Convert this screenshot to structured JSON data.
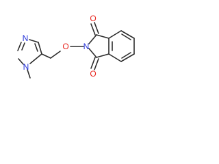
{
  "molecule": {
    "colors": {
      "bond": "#2b2b2b",
      "oxygen": "#e8251e",
      "nitrogen": "#2230d8"
    },
    "atoms": {
      "o_carbonyl_top": {
        "symbol": "O",
        "color": "#e8251e"
      },
      "o_carbonyl_bottom": {
        "symbol": "O",
        "color": "#e8251e"
      },
      "o_ether": {
        "symbol": "O",
        "color": "#e8251e"
      },
      "n_imide": {
        "symbol": "N",
        "color": "#2230d8"
      },
      "n_imidazole_3": {
        "symbol": "N",
        "color": "#2230d8"
      },
      "n_imidazole_1": {
        "symbol": "N",
        "color": "#2230d8"
      }
    }
  }
}
